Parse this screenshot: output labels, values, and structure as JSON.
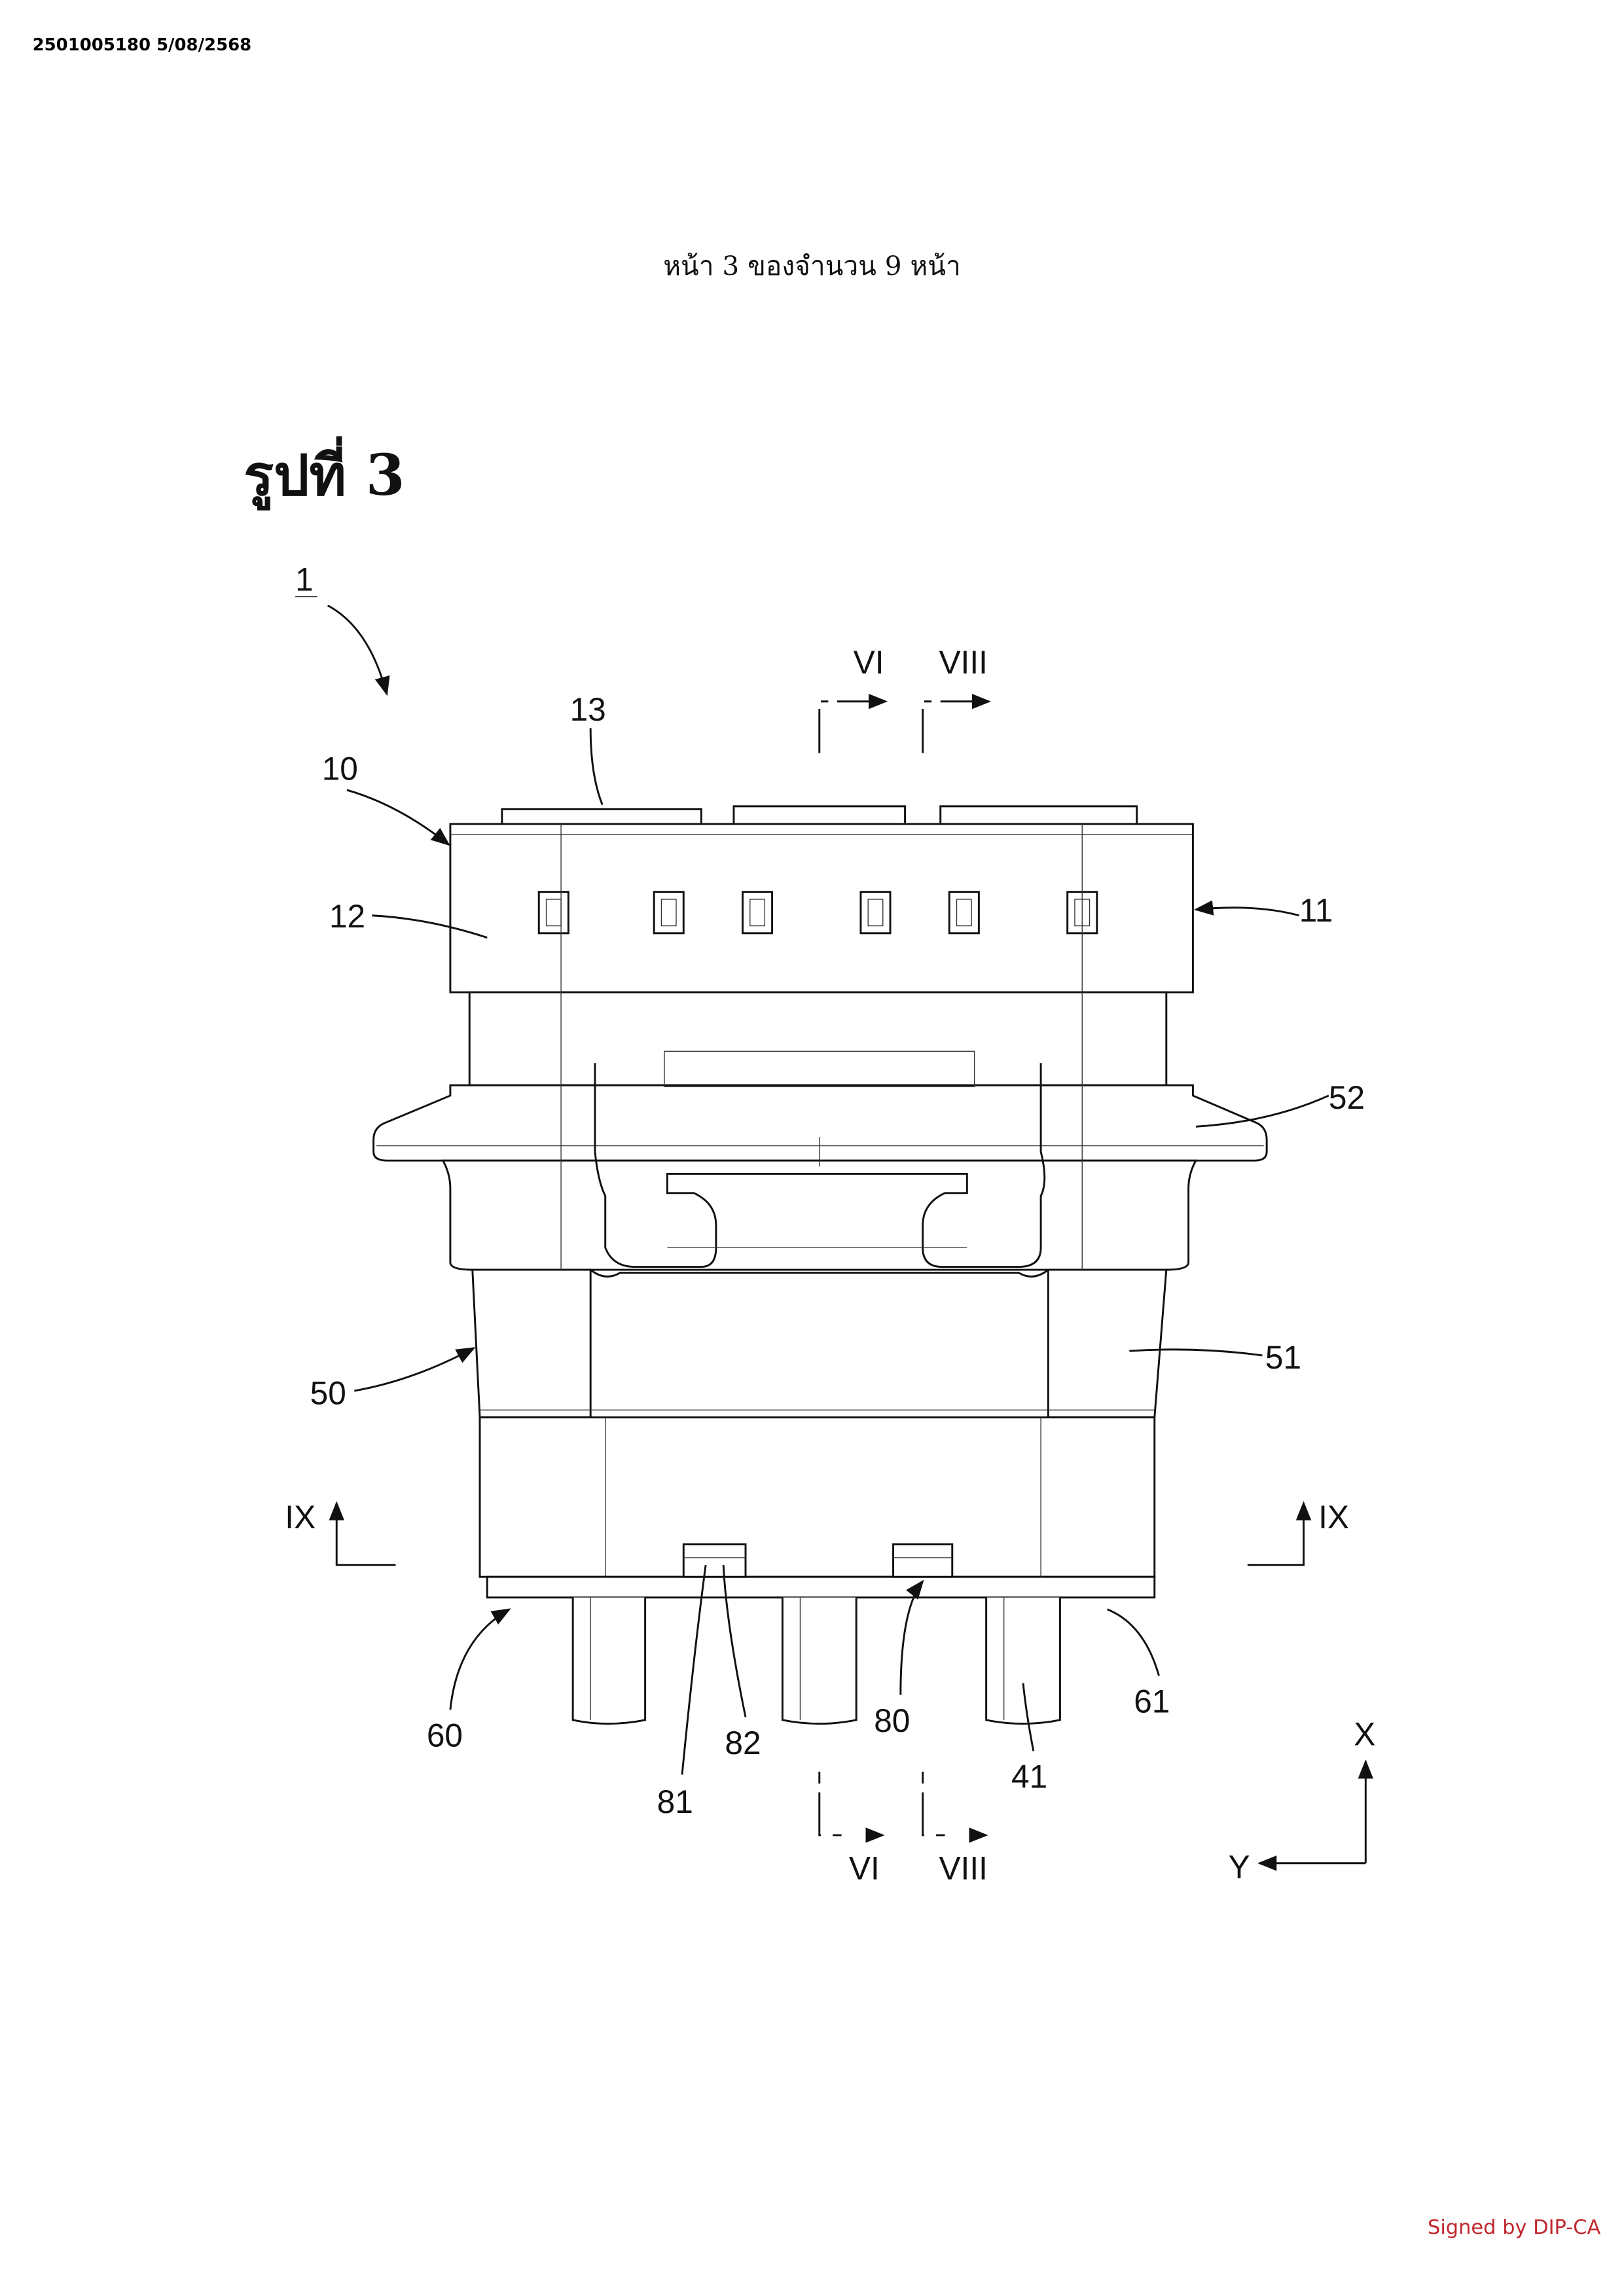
{
  "header": {
    "doc_id": "2501005180 5/08/2568"
  },
  "page_indicator": "หน้า 3 ของจำนวน 9 หน้า",
  "figure_title": "รูปที่ 3",
  "labels": {
    "l1": "1",
    "l10": "10",
    "l11": "11",
    "l12": "12",
    "l13": "13",
    "l41": "41",
    "l50": "50",
    "l51": "51",
    "l52": "52",
    "l60": "60",
    "l61": "61",
    "l80": "80",
    "l81": "81",
    "l82": "82"
  },
  "section_marks": {
    "vi": "VI",
    "viii": "VIII",
    "ix": "IX"
  },
  "axes": {
    "x": "X",
    "y": "Y"
  },
  "signature": "Signed by DIP-CA",
  "colors": {
    "signature": "#c0272d",
    "ink": "#111111"
  }
}
